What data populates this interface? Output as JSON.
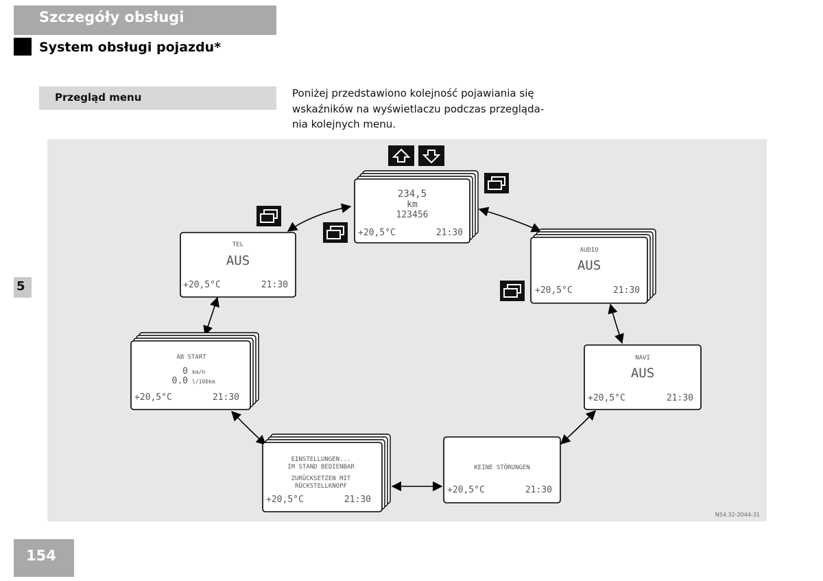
{
  "header": {
    "section_title": "Szczegóły obsługi",
    "main_heading": "System obsługi pojazdu*"
  },
  "subsection": {
    "title": "Przegląd menu"
  },
  "intro": {
    "line1": "Poniżej przedstawiono kolejność pojawiania się",
    "line2": "wskaźników na wyświetlaczu podczas przegląda-",
    "line3": "nia kolejnych menu."
  },
  "chapter_tab": "5",
  "page_number": "154",
  "figure": {
    "code": "N54.32-2044-31",
    "screens": {
      "trip": {
        "line1": "234,5",
        "line2": "km",
        "line3": "123456",
        "temp": "+20,5°C",
        "time": "21:30"
      },
      "audio": {
        "label": "AUDIO",
        "value": "AUS",
        "temp": "+20,5°C",
        "time": "21:30"
      },
      "navi": {
        "label": "NAVI",
        "value": "AUS",
        "temp": "+20,5°C",
        "time": "21:30"
      },
      "faults": {
        "message": "KEINE STÖRUNGEN",
        "temp": "+20,5°C",
        "time": "21:30"
      },
      "settings": {
        "line1": "EINSTELLUNGEN...",
        "line2": "IM STAND BEDIENBAR",
        "line3": "ZURÜCKSETZEN MIT",
        "line4": "RÜCKSTELLKNOPF",
        "temp": "+20,5°C",
        "time": "21:30"
      },
      "abstart": {
        "label": "AB START",
        "speed_value": "0",
        "speed_unit": "km/h",
        "cons_value": "0.0",
        "cons_unit": "l/100km",
        "temp": "+20,5°C",
        "time": "21:30"
      },
      "tel": {
        "label": "TEL",
        "value": "AUS",
        "temp": "+20,5°C",
        "time": "21:30"
      }
    },
    "icons": [
      "arrow-up-button-icon",
      "arrow-down-button-icon",
      "menu-button-icon"
    ]
  }
}
